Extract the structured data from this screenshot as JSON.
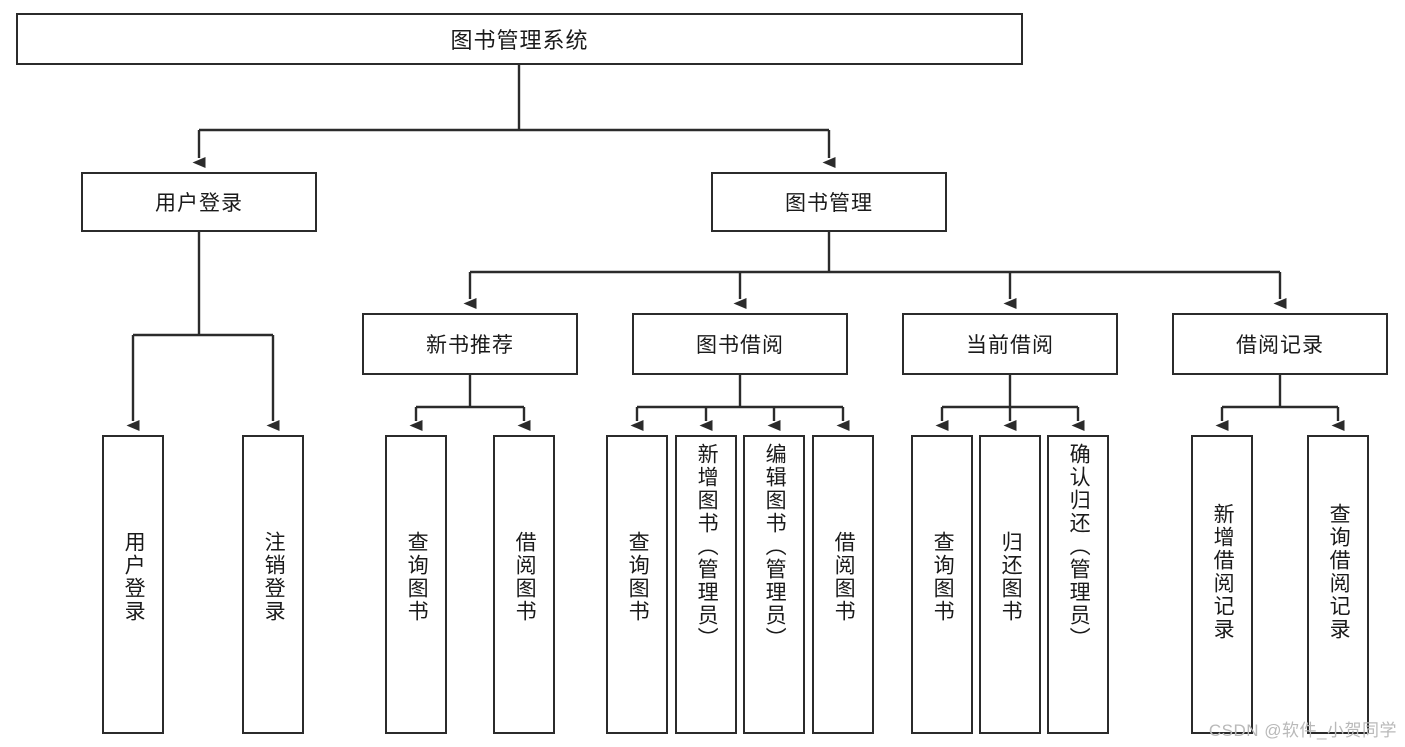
{
  "diagram": {
    "title": "图书管理系统",
    "type": "tree-hierarchy-chart",
    "root": {
      "label": "图书管理系统"
    },
    "level2": [
      {
        "label": "用户登录"
      },
      {
        "label": "图书管理"
      }
    ],
    "level3": [
      {
        "label": "新书推荐"
      },
      {
        "label": "图书借阅"
      },
      {
        "label": "当前借阅"
      },
      {
        "label": "借阅记录"
      }
    ],
    "leaves": [
      {
        "label": "用户登录"
      },
      {
        "label": "注销登录"
      },
      {
        "label": "查询图书"
      },
      {
        "label": "借阅图书"
      },
      {
        "label": "查询图书"
      },
      {
        "label": "新增图书（管理员）"
      },
      {
        "label": "编辑图书（管理员）"
      },
      {
        "label": "借阅图书"
      },
      {
        "label": "查询图书"
      },
      {
        "label": "归还图书"
      },
      {
        "label": "确认归还（管理员）"
      },
      {
        "label": "新增借阅记录"
      },
      {
        "label": "查询借阅记录"
      }
    ]
  },
  "watermark": {
    "text": "CSDN @软件_小贺同学"
  },
  "colors": {
    "background": "#ffffff",
    "stroke": "#2b2b2b",
    "text": "#1a1a1a",
    "watermark": "#b9b9b9"
  }
}
